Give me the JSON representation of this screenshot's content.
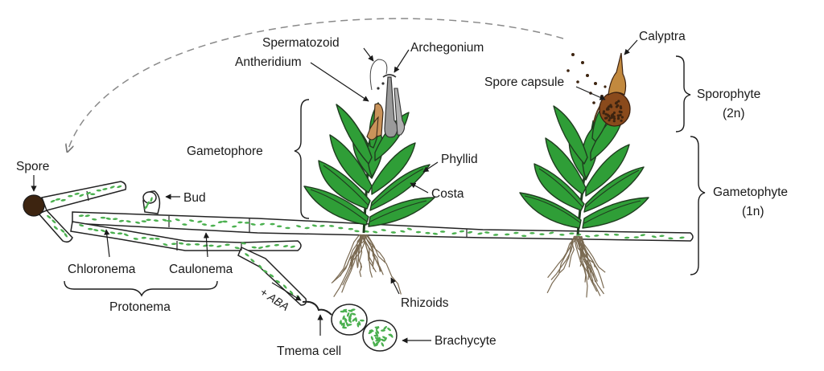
{
  "labels": {
    "spore": "Spore",
    "bud": "Bud",
    "chloronema": "Chloronema",
    "caulonema": "Caulonema",
    "protonema": "Protonema",
    "aba": "+ ABA",
    "tmema_cell": "Tmema cell",
    "brachycyte": "Brachycyte",
    "rhizoids": "Rhizoids",
    "gametophore": "Gametophore",
    "phyllid": "Phyllid",
    "costa": "Costa",
    "spermatozoid": "Spermatozoid",
    "antheridium": "Antheridium",
    "archegonium": "Archegonium",
    "calyptra": "Calyptra",
    "spore_capsule": "Spore capsule",
    "sporophyte": "Sporophyte",
    "sporophyte_ploidy": "(2n)",
    "gametophyte": "Gametophyte",
    "gametophyte_ploidy": "(1n)"
  },
  "colors": {
    "leaf_green": "#2f9e37",
    "chloroplast_green": "#4bb04f",
    "spore_brown": "#3d2410",
    "capsule_brown": "#8a4a1c",
    "antheridium_tan": "#c9935a",
    "archegonium_gray": "#9a9a9a",
    "rhizoid_brown": "#7a6a52",
    "outline": "#1a1a1a"
  }
}
